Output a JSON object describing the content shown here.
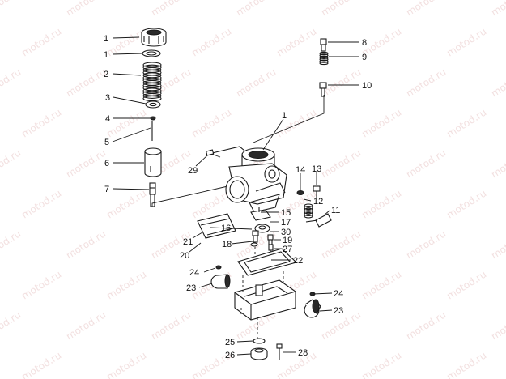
{
  "watermark": {
    "text": "motod.ru",
    "color": "#e8c7c7"
  },
  "callouts": [
    "1",
    "1",
    "2",
    "3",
    "4",
    "5",
    "6",
    "7",
    "8",
    "9",
    "10",
    "1",
    "29",
    "14",
    "13",
    "12",
    "11",
    "15",
    "17",
    "16",
    "30",
    "19",
    "18",
    "27",
    "21",
    "20",
    "22",
    "24",
    "23",
    "24",
    "23",
    "25",
    "26",
    "28"
  ]
}
